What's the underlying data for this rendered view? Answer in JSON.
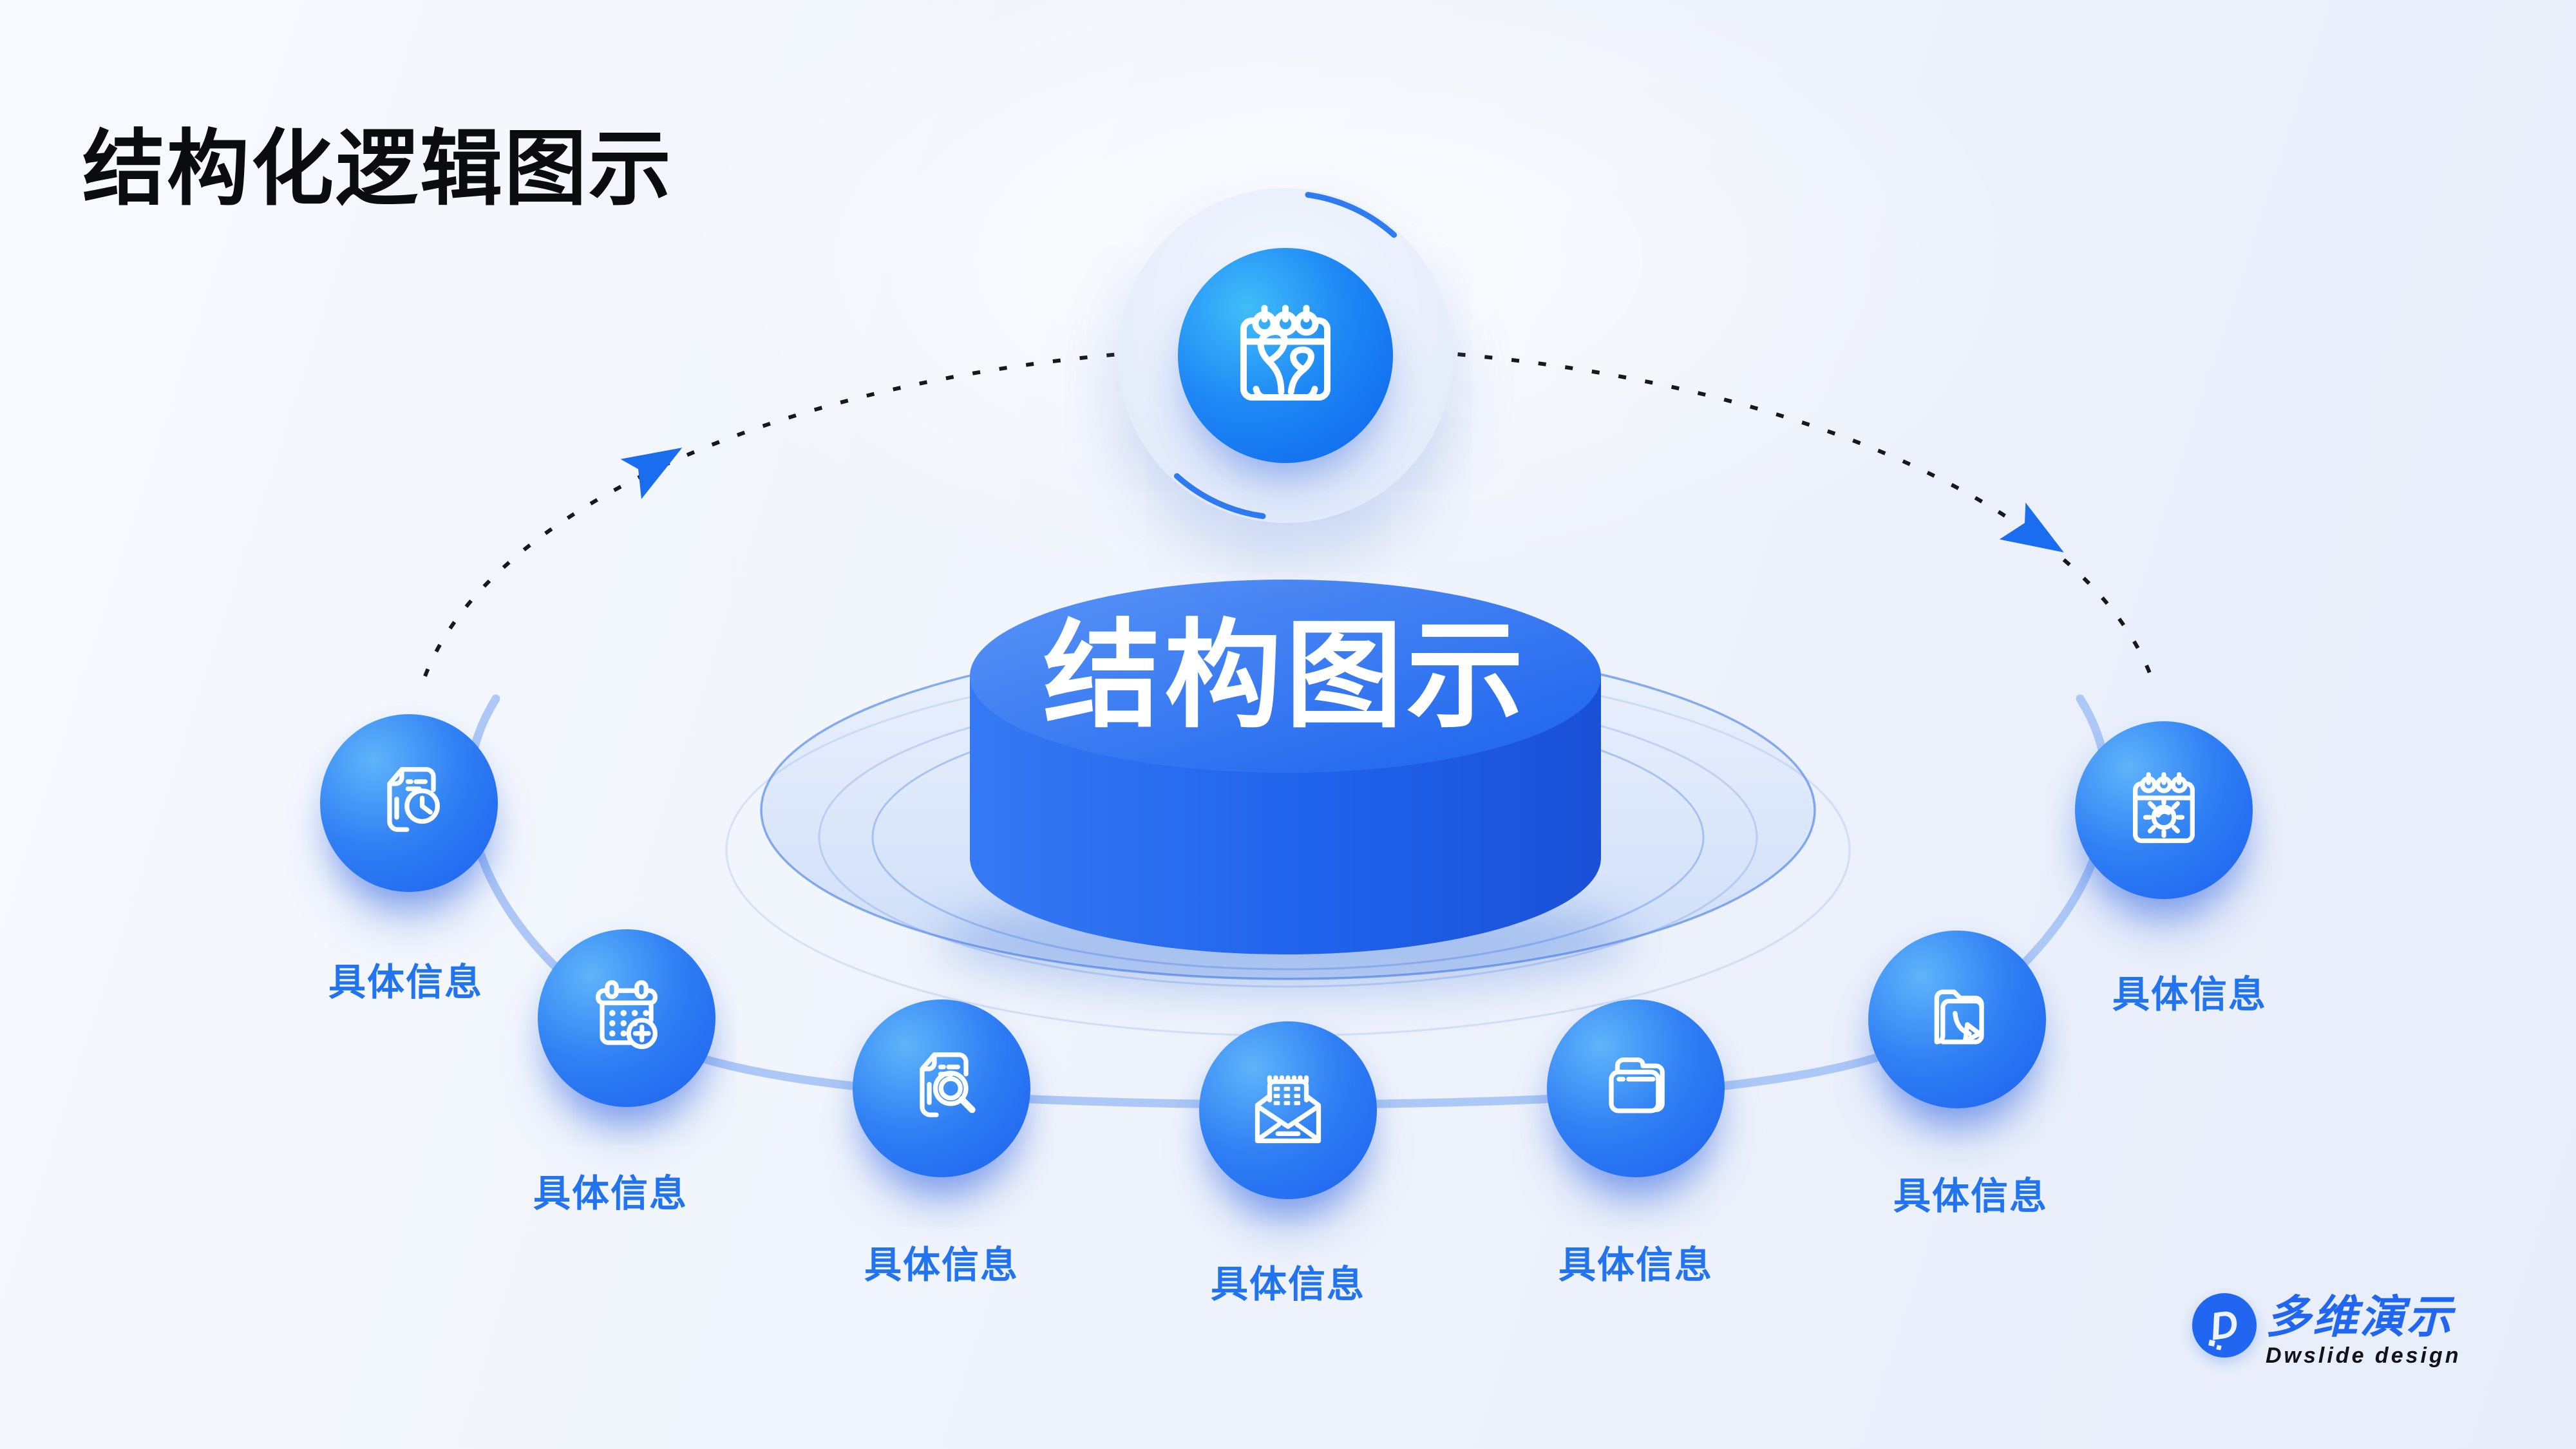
{
  "slide": {
    "title": "结构化逻辑图示",
    "center": {
      "label": "结构图示",
      "icon": "calendar-plant-icon"
    },
    "nodes": [
      {
        "label": "具体信息",
        "icon": "document-clock-icon"
      },
      {
        "label": "具体信息",
        "icon": "calendar-plus-icon"
      },
      {
        "label": "具体信息",
        "icon": "document-search-icon"
      },
      {
        "label": "具体信息",
        "icon": "envelope-calendar-icon"
      },
      {
        "label": "具体信息",
        "icon": "folder-icon"
      },
      {
        "label": "具体信息",
        "icon": "folder-export-icon"
      },
      {
        "label": "具体信息",
        "icon": "calendar-sun-icon"
      }
    ],
    "logo": {
      "brand": "多维演示",
      "subtitle": "Dwslide design"
    },
    "colors": {
      "accent": "#2166f1",
      "node_label": "#2273f0",
      "circle_gradient_start": "#5fb4fa",
      "circle_gradient_end": "#1c60ee",
      "disc_top": "#2a6ff1",
      "disc_side": "#1e5ce6",
      "platform": "#d8e5fa",
      "dotted_line": "#15181e",
      "title_color": "#0b0c10",
      "background": "#eef3fc"
    }
  }
}
